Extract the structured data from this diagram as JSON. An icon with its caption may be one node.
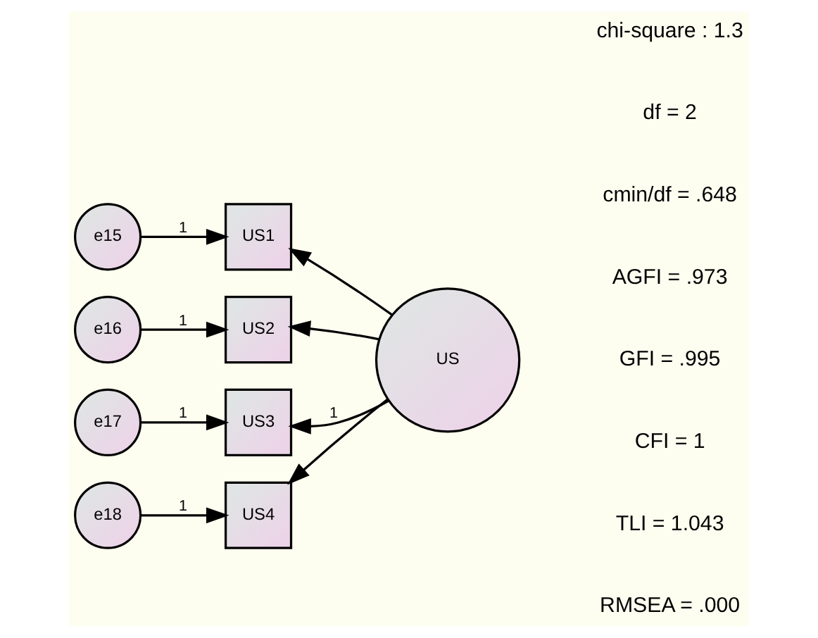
{
  "diagram": {
    "nodes": [
      {
        "text": [
          "e15"
        ]
      },
      {
        "text": [
          "US1"
        ]
      },
      {
        "text": [
          "e16"
        ]
      },
      {
        "text": [
          "US2"
        ]
      },
      {
        "text": [
          "US"
        ]
      },
      {
        "text": [
          "e17"
        ]
      },
      {
        "text": [
          "US3"
        ]
      },
      {
        "text": [
          "e18"
        ]
      },
      {
        "text": [
          "US4"
        ]
      }
    ],
    "edges": [
      {
        "from": 0,
        "to": 1,
        "arrow": "to",
        "label": "1"
      },
      {
        "from": 2,
        "to": 3,
        "arrow": "to",
        "label": "1"
      },
      {
        "from": 5,
        "to": 6,
        "arrow": "to",
        "label": "1"
      },
      {
        "from": 7,
        "to": 8,
        "arrow": "to",
        "label": "1"
      },
      {
        "from": 4,
        "to": 1,
        "arrow": "to"
      },
      {
        "from": 4,
        "to": 3,
        "arrow": "to"
      },
      {
        "from": 4,
        "to": 6,
        "arrow": "to",
        "label": "1"
      },
      {
        "from": 4,
        "to": 8,
        "arrow": "to"
      }
    ],
    "labels": [
      "chi-square : 1.3",
      "df = 2",
      "cmin/df = .648",
      "AGFI = .973",
      "GFI = .995",
      "CFI = 1",
      "TLI = 1.043",
      "RMSEA = .000"
    ]
  }
}
